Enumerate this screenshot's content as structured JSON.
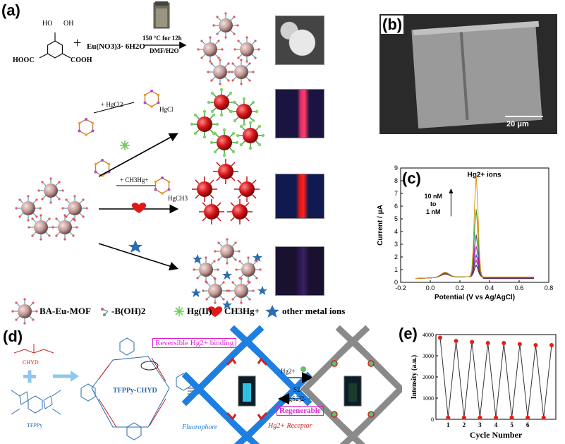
{
  "panels": {
    "a": "(a)",
    "b": "(b)",
    "c": "(c)",
    "d": "(d)",
    "e": "(e)"
  },
  "panel_a": {
    "reagent": "Eu(NO3)3· 6H2O",
    "plus": "+",
    "condition_top": "150 °C for 12h",
    "condition_bottom": "DMF/H2O",
    "boronic_label_1": "HO",
    "boronic_label_2": "OH",
    "acid_left": "HOOC",
    "acid_right": "COOH",
    "hgcl2": "+ HgCl2",
    "hgcl": "HgCl",
    "ch3hg": "+ CH3Hg+",
    "hgch3": "HgCH3",
    "legend": {
      "mof": "BA-Eu-MOF",
      "boron": "-B(OH)2",
      "hg": "Hg(II)",
      "ch3hg": "CH3Hg+",
      "other": "other metal ions"
    }
  },
  "panel_b": {
    "scale": "20 μm"
  },
  "panel_d": {
    "chyd": "CHYD",
    "tfppy": "TFPPy",
    "polymer": "TFPPy-CHYD",
    "reversible": "Reversible Hg2+ binding",
    "fluorophore": "Fluorophore",
    "receptor": "Hg2+ Receptor",
    "hg_in": "Hg2+",
    "s2": "S2-",
    "hgs2": "[HgS2]2-",
    "regenerable": "Regenerable"
  },
  "colors": {
    "blue_frame": "#1e7fe0",
    "gray_frame": "#8a8a8a",
    "red_sphere": "#d8161b",
    "pink_sphere": "#c9a3a0"
  },
  "chart_data": [
    {
      "type": "line",
      "title": "Hg2+ ions",
      "annotation": [
        "10 nM",
        "to",
        "1 nM"
      ],
      "xlabel": "Potential (V vs Ag/AgCl)",
      "ylabel": "Current / μA",
      "xlim": [
        -0.2,
        0.8
      ],
      "ylim": [
        0,
        9
      ],
      "xticks": [
        "-0.2",
        "0.0",
        "0.2",
        "0.4",
        "0.6",
        "0.8"
      ],
      "yticks": [
        "0",
        "1",
        "2",
        "3",
        "4",
        "5",
        "6",
        "7",
        "8",
        "9"
      ],
      "peak_x": 0.31,
      "series": [
        {
          "color": "#1a1a1a",
          "peak": 0.9
        },
        {
          "color": "#d02020",
          "peak": 1.3
        },
        {
          "color": "#2040d0",
          "peak": 1.7
        },
        {
          "color": "#d020d0",
          "peak": 2.4
        },
        {
          "color": "#6a2a8a",
          "peak": 3.3
        },
        {
          "color": "#20a020",
          "peak": 5.3
        },
        {
          "color": "#e09010",
          "peak": 8.0
        }
      ]
    },
    {
      "type": "line",
      "xlabel": "Cycle Number",
      "ylabel": "Intensity (a.u.)",
      "ylim": [
        0,
        4000
      ],
      "xticks": [
        "1",
        "2",
        "3",
        "4",
        "5",
        "6"
      ],
      "yticks": [
        "0",
        "1000",
        "2000",
        "3000",
        "4000"
      ],
      "points": [
        3850,
        80,
        3700,
        80,
        3650,
        80,
        3600,
        80,
        3600,
        80,
        3550,
        80,
        3500,
        80,
        3500
      ]
    }
  ]
}
